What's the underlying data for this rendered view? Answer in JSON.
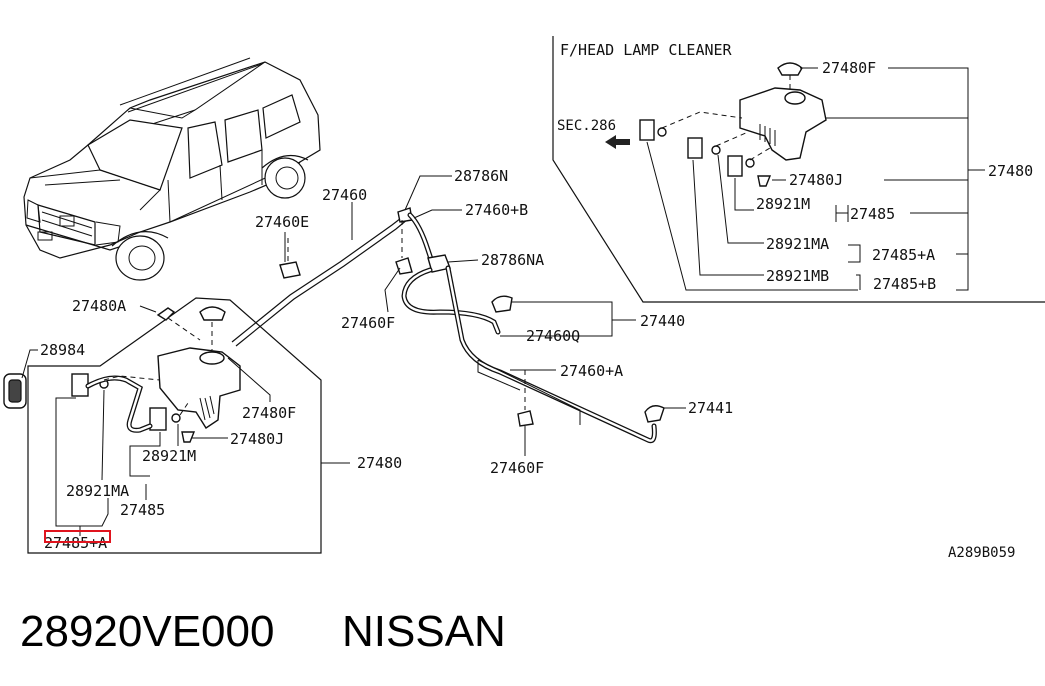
{
  "section_header": "F/HEAD LAMP CLEANER",
  "sec_ref": "SEC.286",
  "diagram_code": "A289B059",
  "footer": {
    "part_number": "28920VE000",
    "brand": "NISSAN"
  },
  "highlight_color": "#e0141e",
  "labels": {
    "l27480F_top": "27480F",
    "l27480_right": "27480",
    "l27480J_top": "27480J",
    "l28921M_top": "28921M",
    "l27485_top": "27485",
    "l28921MA_top": "28921MA",
    "l27485A_top": "27485+A",
    "l28921MB_top": "28921MB",
    "l27485B_top": "27485+B",
    "l27460": "27460",
    "l28786N": "28786N",
    "l27460B": "27460+B",
    "l27460E": "27460E",
    "l28786NA": "28786NA",
    "l27480A": "27480A",
    "l28984": "28984",
    "l27460F_mid": "27460F",
    "l27460Q": "27460Q",
    "l27440": "27440",
    "l27460A": "27460+A",
    "l27480F_low": "27480F",
    "l27441": "27441",
    "l27480J_low": "27480J",
    "l28921M_low": "28921M",
    "l27480_low": "27480",
    "l27460F_low": "27460F",
    "l28921MA_low": "28921MA",
    "l27485_low": "27485",
    "l27485A_low": "27485+A"
  }
}
